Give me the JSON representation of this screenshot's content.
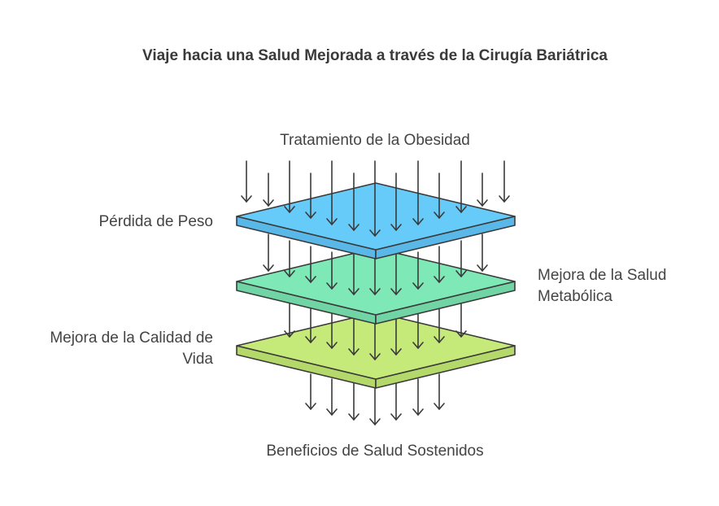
{
  "title": "Viaje hacia una Salud Mejorada a través de la Cirugía Bariátrica",
  "input_label": "Tratamiento de la Obesidad",
  "output_label": "Beneficios de Salud Sostenidos",
  "layers": [
    {
      "name": "perdida-de-peso",
      "label_lines": [
        "Pérdida de Peso"
      ],
      "side": "left",
      "top_color": "#67cbfa",
      "side_color": "#5ab8e8"
    },
    {
      "name": "mejora-salud-metabolica",
      "label_lines": [
        "Mejora de la Salud",
        "Metabólica"
      ],
      "side": "right",
      "top_color": "#7ee8b7",
      "side_color": "#70d4a5"
    },
    {
      "name": "mejora-calidad-vida",
      "label_lines": [
        "Mejora de la Calidad de",
        "Vida"
      ],
      "side": "left",
      "top_color": "#c6ea7a",
      "side_color": "#b5d86b"
    }
  ]
}
